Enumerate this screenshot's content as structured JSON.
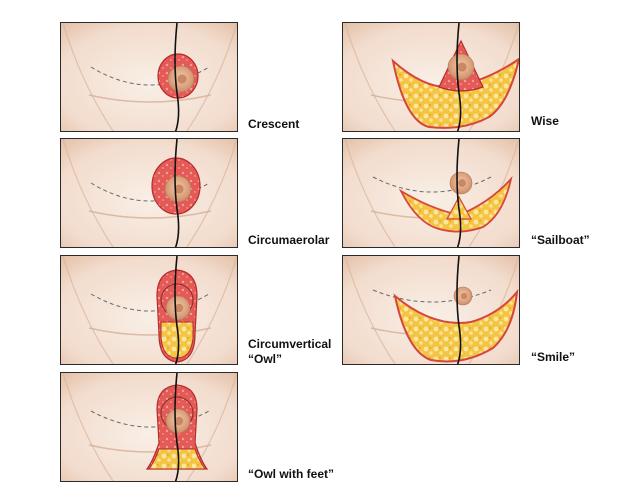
{
  "figure": {
    "colors": {
      "skin_light": "#f9efe6",
      "skin_dark": "#e9c8b2",
      "excision_red": "#e35a56",
      "fat_yellow": "#f4c542",
      "outline": "#1a1a1a"
    },
    "techniques": [
      {
        "id": "crescent",
        "label": "Crescent",
        "pattern": "crescent"
      },
      {
        "id": "circumaerolar",
        "label": "Circumaerolar",
        "pattern": "circum"
      },
      {
        "id": "circumvertical",
        "label": "Circumvertical",
        "label2": "“Owl”",
        "pattern": "owl"
      },
      {
        "id": "owl-with-feet",
        "label": "“Owl with feet”",
        "pattern": "owlfeet"
      },
      {
        "id": "wise",
        "label": "Wise",
        "pattern": "wise"
      },
      {
        "id": "sailboat",
        "label": "“Sailboat”",
        "pattern": "sailboat"
      },
      {
        "id": "smile",
        "label": "“Smile”",
        "pattern": "smile"
      }
    ]
  }
}
